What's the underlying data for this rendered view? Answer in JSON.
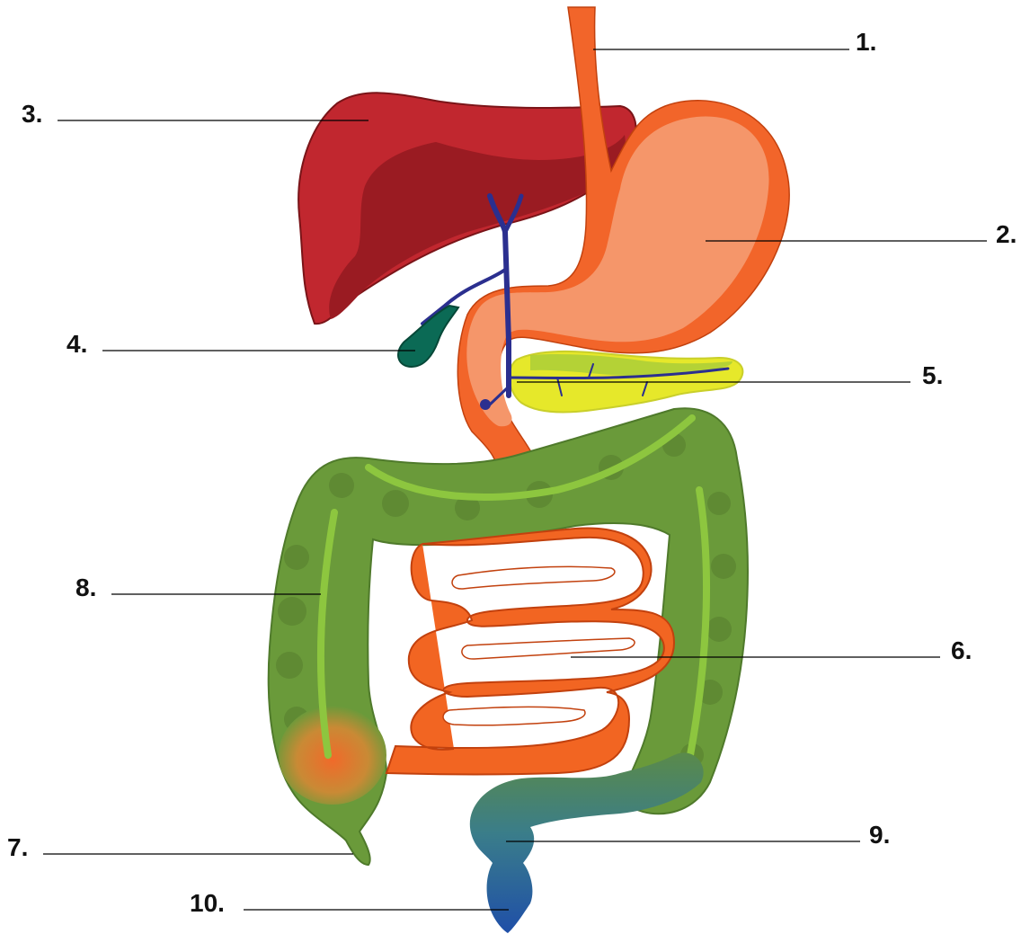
{
  "labels": [
    "1.",
    "2.",
    "3.",
    "4.",
    "5.",
    "6.",
    "7.",
    "8.",
    "9.",
    "10."
  ],
  "colors": {
    "background": "#ffffff",
    "esophagus_stomach_outer": "#f2652a",
    "stomach_inner": "#f5966a",
    "liver": "#c1272f",
    "liver_shadow": "#9a1b22",
    "gallbladder": "#0b6a55",
    "bile_duct": "#2b2f8f",
    "pancreas": "#e6e82a",
    "small_intestine": "#f26522",
    "large_intestine": "#6a9a3a",
    "colon_band": "#8dc63f",
    "rectum_end": "#1f4fa8",
    "leader_line": "#000000",
    "label_text": "#111111"
  }
}
